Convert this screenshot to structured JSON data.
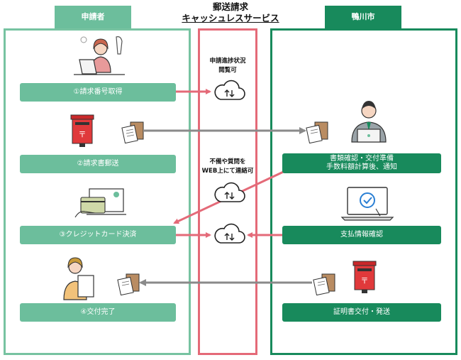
{
  "header": {
    "applicant": "申請者",
    "title_line1": "郵送請求",
    "title_line2": "キャッシュレスサービス",
    "city": "鴨川市"
  },
  "applicant_steps": {
    "step1": "①請求番号取得",
    "step2": "②請求書郵送",
    "step3": "③クレジットカード決済",
    "step4": "④交付完了"
  },
  "city_steps": {
    "review_line1": "書類確認・交付準備",
    "review_line2": "手数料額計算後、通知",
    "payment_check": "支払情報確認",
    "issue": "証明書交付・発送"
  },
  "cloud_notes": {
    "status_line1": "申請進捗状況",
    "status_line2": "閲覧可",
    "web_line1": "不備や質問を",
    "web_line2": "WEB上にて連絡可"
  },
  "colors": {
    "applicant_green": "#6cbe9c",
    "city_green": "#188a5c",
    "cloud_pink": "#e46a78",
    "mail_arrow_gray": "#8a8a8a"
  },
  "icons": {
    "applicant_laptop": "person-with-laptop",
    "mailbox": "red-post-box",
    "envelope": "document-envelope",
    "credit_card": "credit-card-payment",
    "applicant_document": "person-holding-document",
    "city_staff": "staff-at-laptop",
    "laptop_check": "laptop-checkmark",
    "cloud": "cloud-sync"
  }
}
